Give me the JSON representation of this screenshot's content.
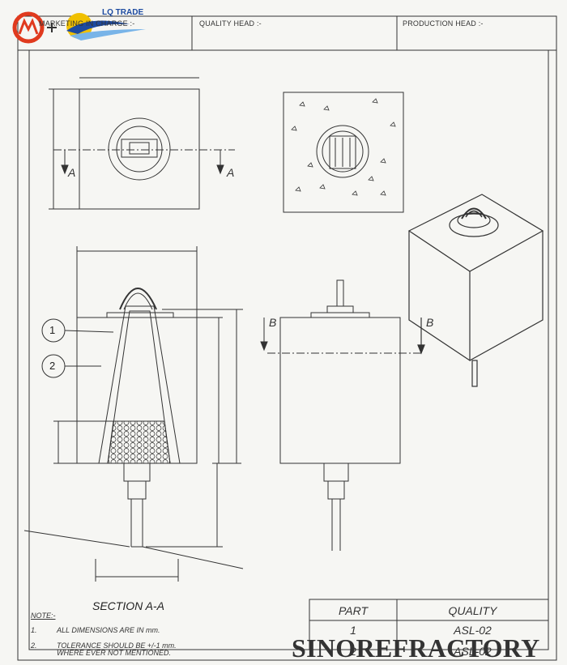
{
  "header": {
    "left_cell": "MARKETING IN CHARGE :-",
    "quality_cell": "QUALITY HEAD :-",
    "production_cell": "PRODUCTION HEAD :-"
  },
  "logo": {
    "text": "LQ TRADE"
  },
  "drawing": {
    "section_marks": {
      "a_left": "A",
      "a_right": "A",
      "b_left": "B",
      "b_right": "B"
    },
    "callouts": [
      "1",
      "2"
    ],
    "section_title": "SECTION A-A"
  },
  "notes": {
    "title": "NOTE:-",
    "items": [
      {
        "num": "1.",
        "text": "ALL DIMENSIONS ARE IN mm."
      },
      {
        "num": "2.",
        "text": "TOLERANCE SHOULD BE +/-1 mm.",
        "text2": "WHERE EVER NOT MENTIONED."
      }
    ]
  },
  "table": {
    "headers": [
      "PART",
      "QUALITY"
    ],
    "rows": [
      {
        "part": "1",
        "quality": "ASL-02"
      },
      {
        "part": "2",
        "quality": "ASL-02"
      }
    ]
  },
  "watermark": "SINOREFRACTORY",
  "colors": {
    "line": "#333333",
    "paper": "#f6f6f3",
    "logo_red": "#e03a1e",
    "logo_blue": "#1c4aa0",
    "logo_yellow": "#f0c000"
  }
}
